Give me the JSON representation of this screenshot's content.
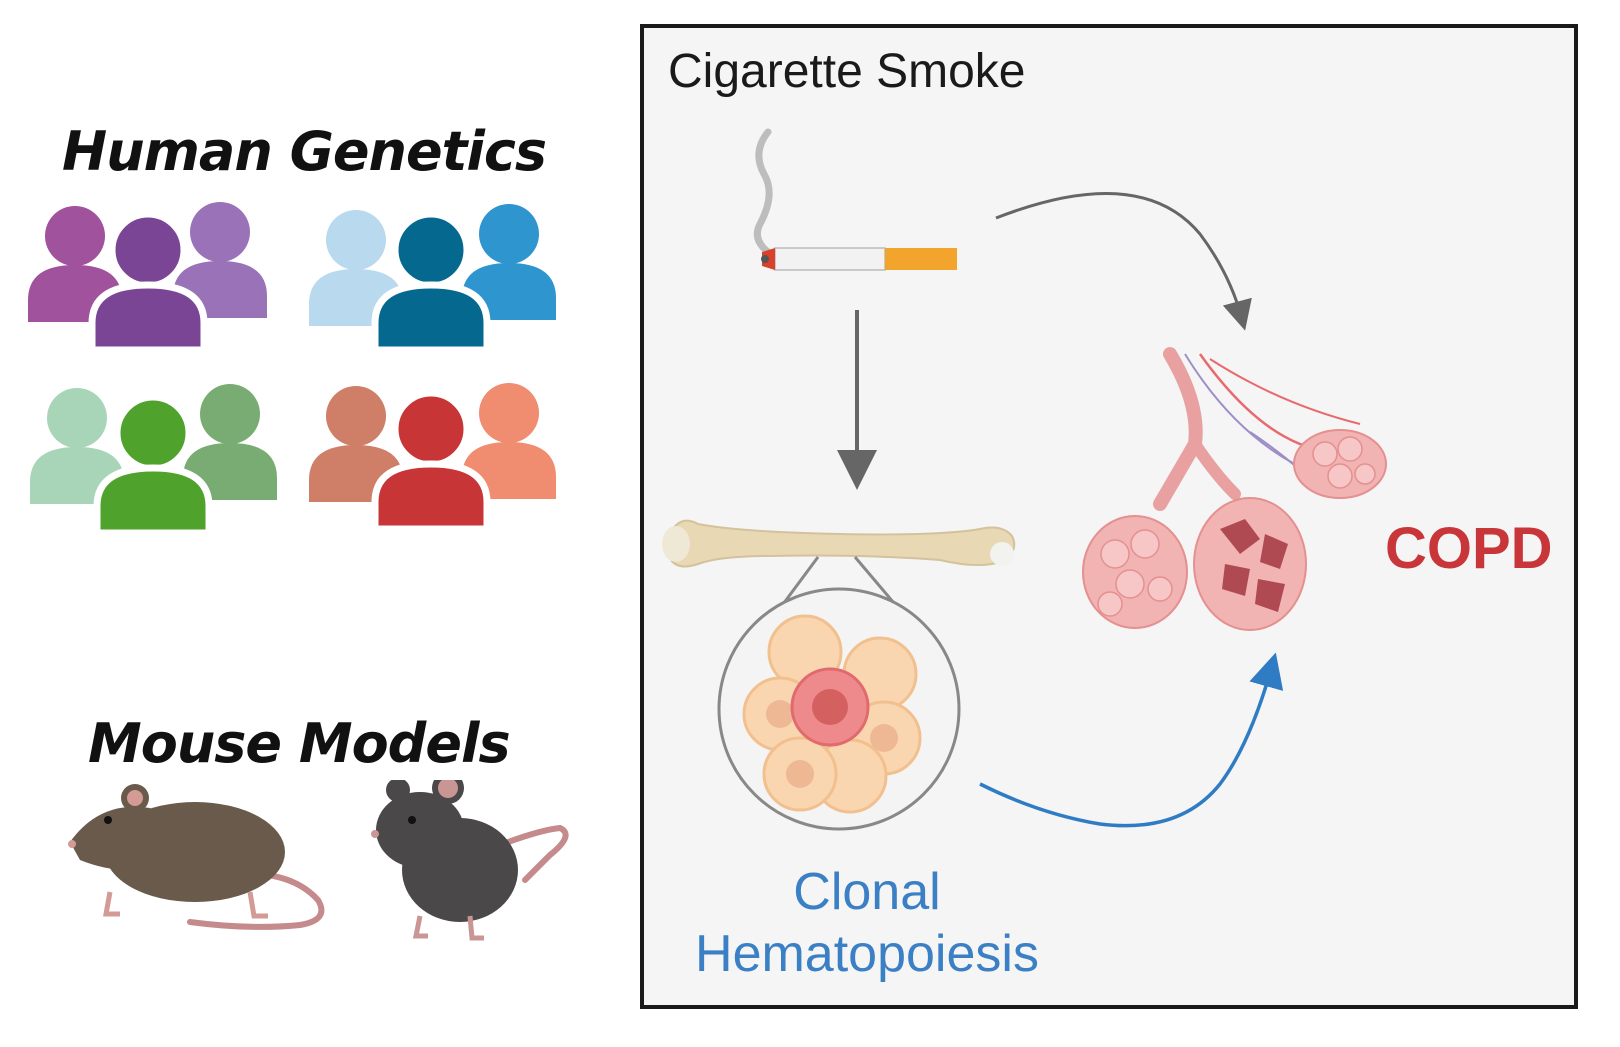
{
  "left": {
    "human_title": "Human Genetics",
    "mouse_title": "Mouse Models"
  },
  "panel": {
    "exposure_label": "Cigarette Smoke",
    "outcome_label": "COPD",
    "mediator_line1": "Clonal",
    "mediator_line2": "Hematopoiesis"
  },
  "colors": {
    "outcome": "#c8363a",
    "mediator": "#3b7fc4",
    "arrow_gray": "#666666",
    "arrow_blue": "#2f7cc4",
    "people_purple": [
      "#a0529c",
      "#7b4596",
      "#9a72b8"
    ],
    "people_blue": [
      "#b9d9ee",
      "#05698f",
      "#2f95cf"
    ],
    "people_green": [
      "#a8d5b8",
      "#4fa22c",
      "#79ac73"
    ],
    "people_red": [
      "#cf7f68",
      "#c83536",
      "#f08c6f"
    ]
  },
  "icons": [
    "people-group-icon",
    "mouse-icon",
    "cigarette-icon",
    "bone-icon",
    "stem-cell-cluster-icon",
    "lung-alveoli-icon"
  ]
}
